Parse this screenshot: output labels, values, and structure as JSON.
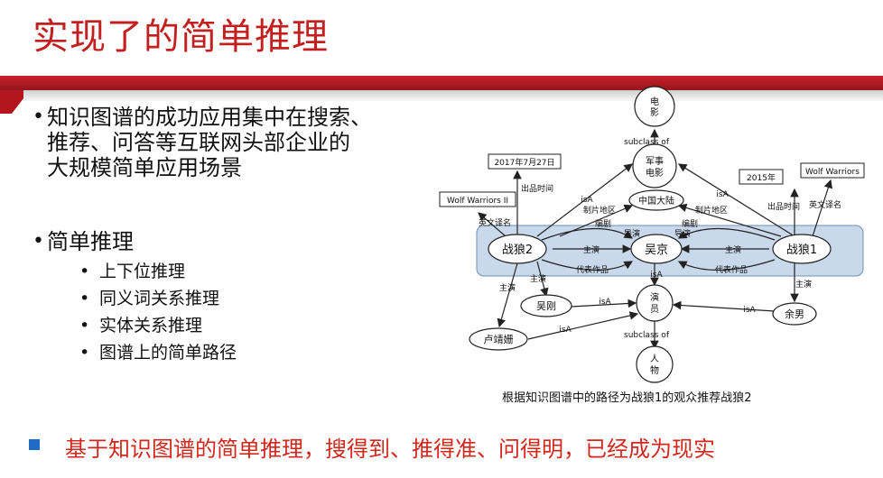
{
  "title": "实现了的简单推理",
  "bullet1": {
    "lines": [
      "知识图谱的成功应用集中在搜索、",
      "推荐、问答等互联网头部企业的",
      "大规模简单应用场景"
    ]
  },
  "bullet2": {
    "label": "简单推理",
    "subs": [
      "上下位推理",
      "同义词关系推理",
      "实体关系推理",
      "图谱上的简单路径"
    ]
  },
  "diagram": {
    "nodes": {
      "movie": "电\n影",
      "military": "军事\n电影",
      "china": "中国大陆",
      "wolf2": "战狼2",
      "wujing": "吴京",
      "wolf1": "战狼1",
      "wugang": "吴刚",
      "actor": "演\n员",
      "yunan": "余男",
      "lujingshan": "卢靖姗",
      "person": "人\n物"
    },
    "boxes": {
      "date2": "2017年7月27日",
      "ww2": "Wolf Warriors II",
      "date1": "2015年",
      "ww1": "Wolf Warriors"
    },
    "edges": {
      "subclass": "subclass of",
      "isA": "isA",
      "director": "导演",
      "star": "主演",
      "writer": "编剧",
      "works": "代表作品",
      "region": "制片地区",
      "release": "出品时间",
      "english": "英文译名"
    }
  },
  "caption": "根据知识图谱中的路径为战狼1的观众推荐战狼2",
  "bottom": "基于知识图谱的简单推理，搜得到、推得准、问得明，已经成为现实"
}
